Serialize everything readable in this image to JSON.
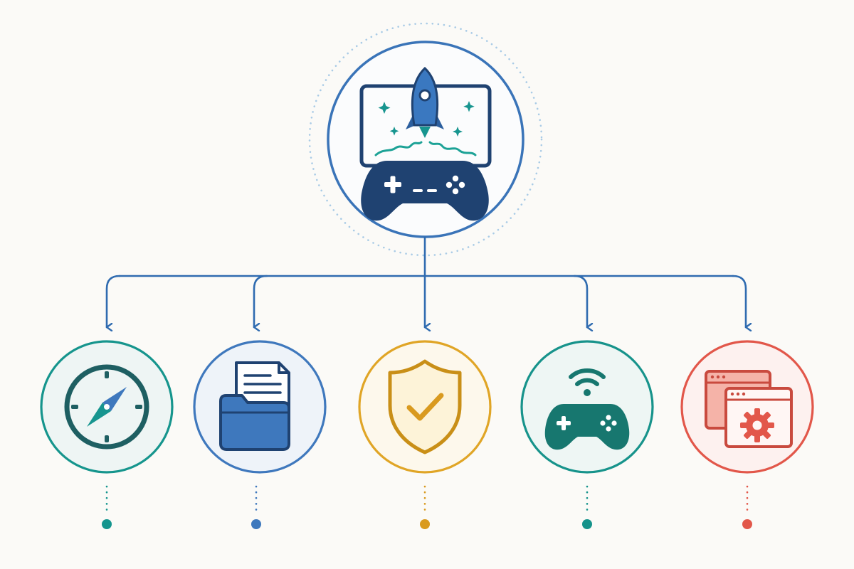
{
  "colors": {
    "background": "#fbfaf7",
    "connector": "#2f6bb0",
    "root_ring": "#3a74b8",
    "root_halo": "#a9cbe6",
    "navy": "#1f4271",
    "teal": "#14958e",
    "steel_blue": "#3e78bd",
    "gold": "#e0a526",
    "green_teal": "#17938b",
    "coral": "#e2574a"
  },
  "root": {
    "icon": "rocket-launch-over-game-controller-icon"
  },
  "children": [
    {
      "id": "compass",
      "icon": "compass-icon",
      "ring": "#16958d",
      "fill": "#eef5f4",
      "dot": "#14958e"
    },
    {
      "id": "files",
      "icon": "folder-document-icon",
      "ring": "#3f78bd",
      "fill": "#eef3f9",
      "dot": "#3e78bd"
    },
    {
      "id": "security",
      "icon": "shield-check-icon",
      "ring": "#e0a526",
      "fill": "#fdf8ec",
      "dot": "#d99a1f"
    },
    {
      "id": "wireless",
      "icon": "wireless-gamepad-icon",
      "ring": "#17938b",
      "fill": "#eef6f4",
      "dot": "#15938b"
    },
    {
      "id": "windows",
      "icon": "app-window-gear-icon",
      "ring": "#e2574a",
      "fill": "#fdf1ef",
      "dot": "#e2574a"
    }
  ]
}
